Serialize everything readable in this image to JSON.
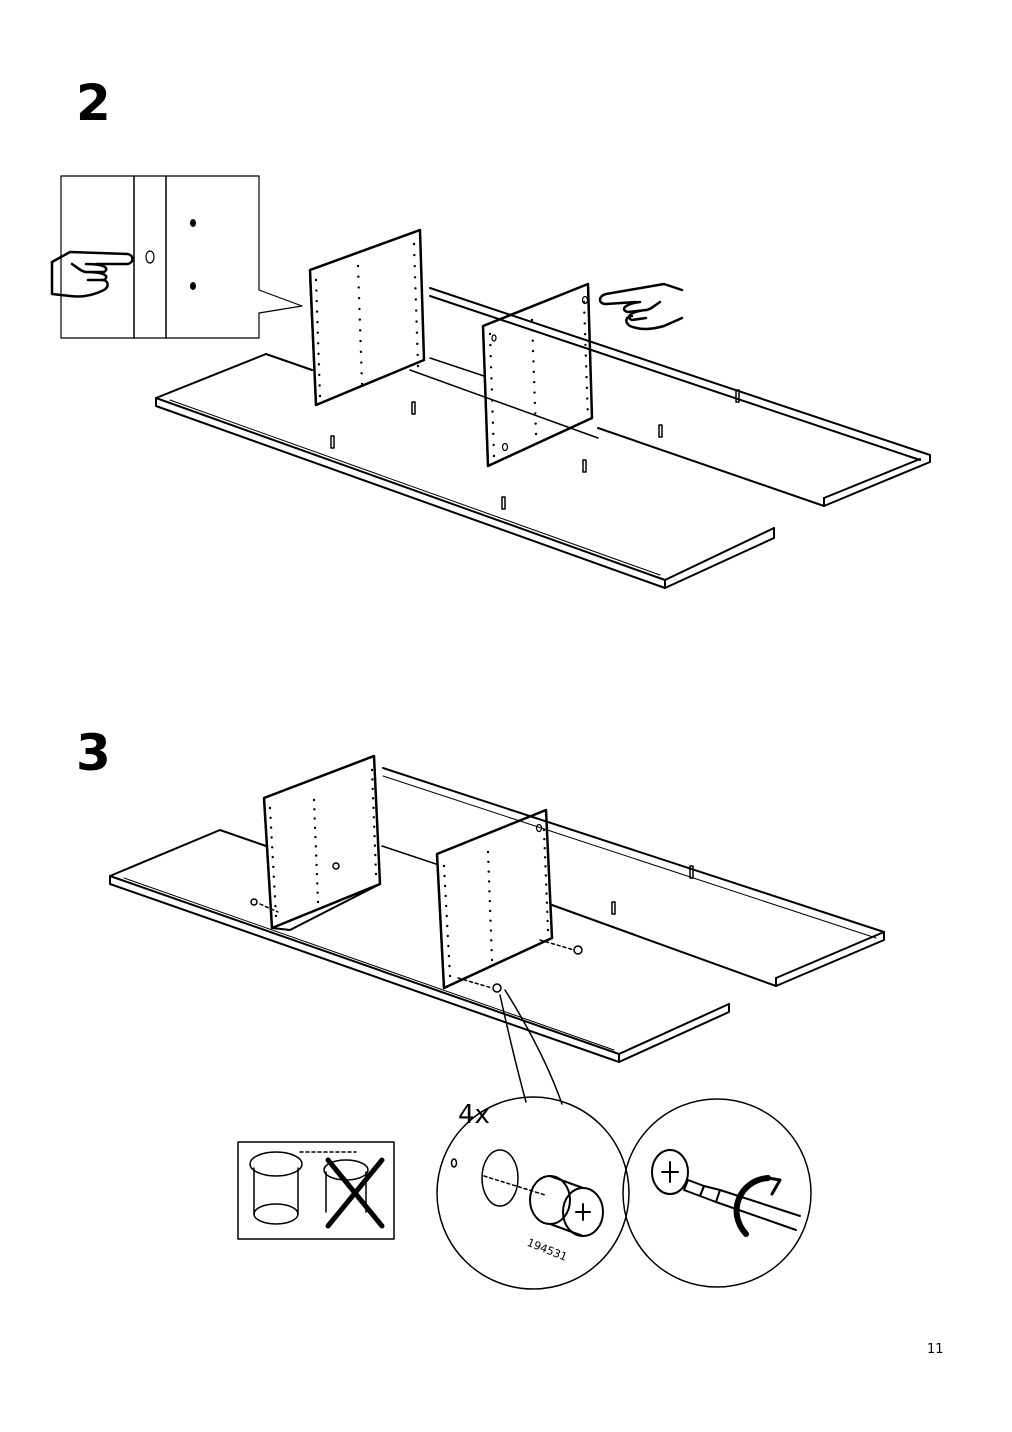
{
  "page": {
    "page_number": "11"
  },
  "steps": [
    {
      "number": "2"
    },
    {
      "number": "3",
      "quantity": "4x",
      "part_number": "194531"
    }
  ],
  "icons": [
    "pointing-hand-icon",
    "cam-lock-icon",
    "screwdriver-icon",
    "rotate-clockwise-icon",
    "incorrect-cross-icon"
  ]
}
